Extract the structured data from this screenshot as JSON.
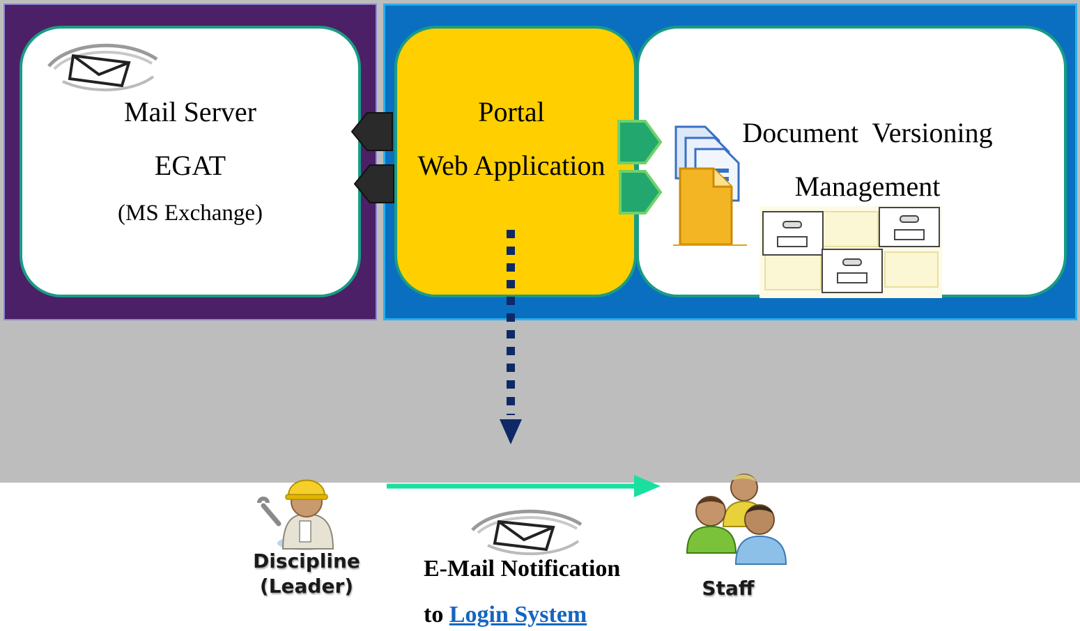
{
  "mail_server": {
    "title": "Mail Server",
    "org": "EGAT",
    "product": "(MS Exchange)"
  },
  "portal": {
    "line1": "Portal",
    "line2": "Web Application"
  },
  "document": {
    "line1": "Document  Versioning",
    "line2": "Management"
  },
  "actors": {
    "leader_line1": "Discipline",
    "leader_line2": "(Leader)",
    "staff": "Staff"
  },
  "notification": {
    "line1": "E-Mail Notification",
    "to_prefix": "to ",
    "link_text": "Login System"
  },
  "colors": {
    "mail_panel": "#4b2066",
    "system_panel": "#0a6fc0",
    "portal_fill": "#ffcf00",
    "box_border": "#1a9c84",
    "band_grey": "#bdbdbd",
    "dotted_arrow": "#0d2a66",
    "flow_arrow": "#19e0a0",
    "link": "#1565c0"
  }
}
